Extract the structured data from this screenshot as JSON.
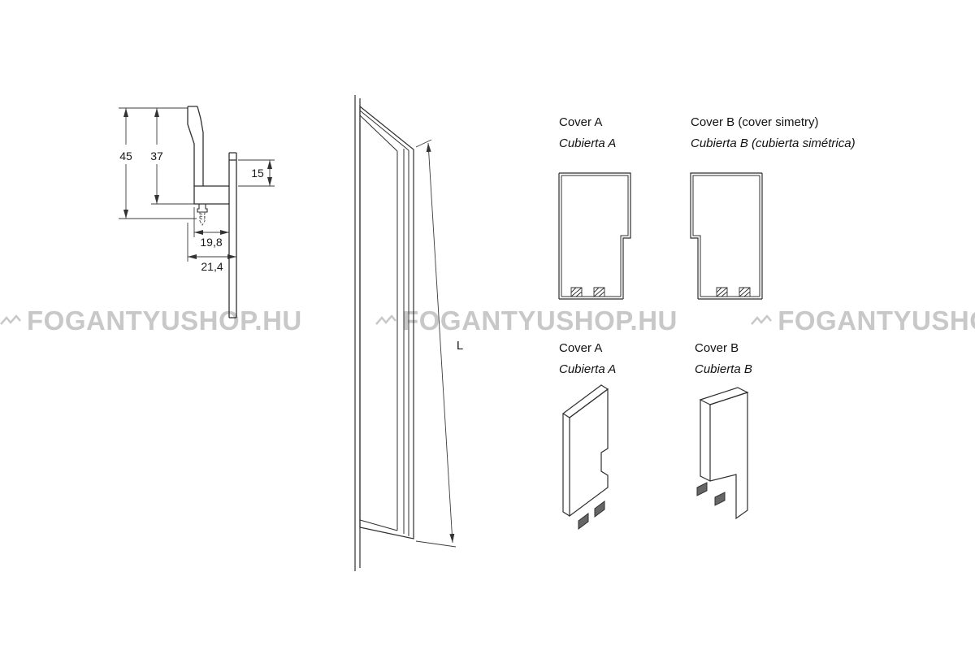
{
  "page": {
    "background": "#ffffff"
  },
  "watermark": {
    "text": "FOGANTYUSHOP.HU",
    "color": "#c8c8c8",
    "separator_icon": "zigzag"
  },
  "cross_section": {
    "dim_45": "45",
    "dim_37": "37",
    "dim_15": "15",
    "dim_19_8": "19,8",
    "dim_21_4": "21,4"
  },
  "profile_view": {
    "length_label": "L"
  },
  "covers": {
    "flat": [
      {
        "title": "Cover A",
        "subtitle": "Cubierta A"
      },
      {
        "title": "Cover B (cover simetry)",
        "subtitle": "Cubierta B (cubierta simétrica)"
      }
    ],
    "end_caps": [
      {
        "title": "Cover A",
        "subtitle": "Cubierta A"
      },
      {
        "title": "Cover B",
        "subtitle": "Cubierta B"
      }
    ]
  }
}
